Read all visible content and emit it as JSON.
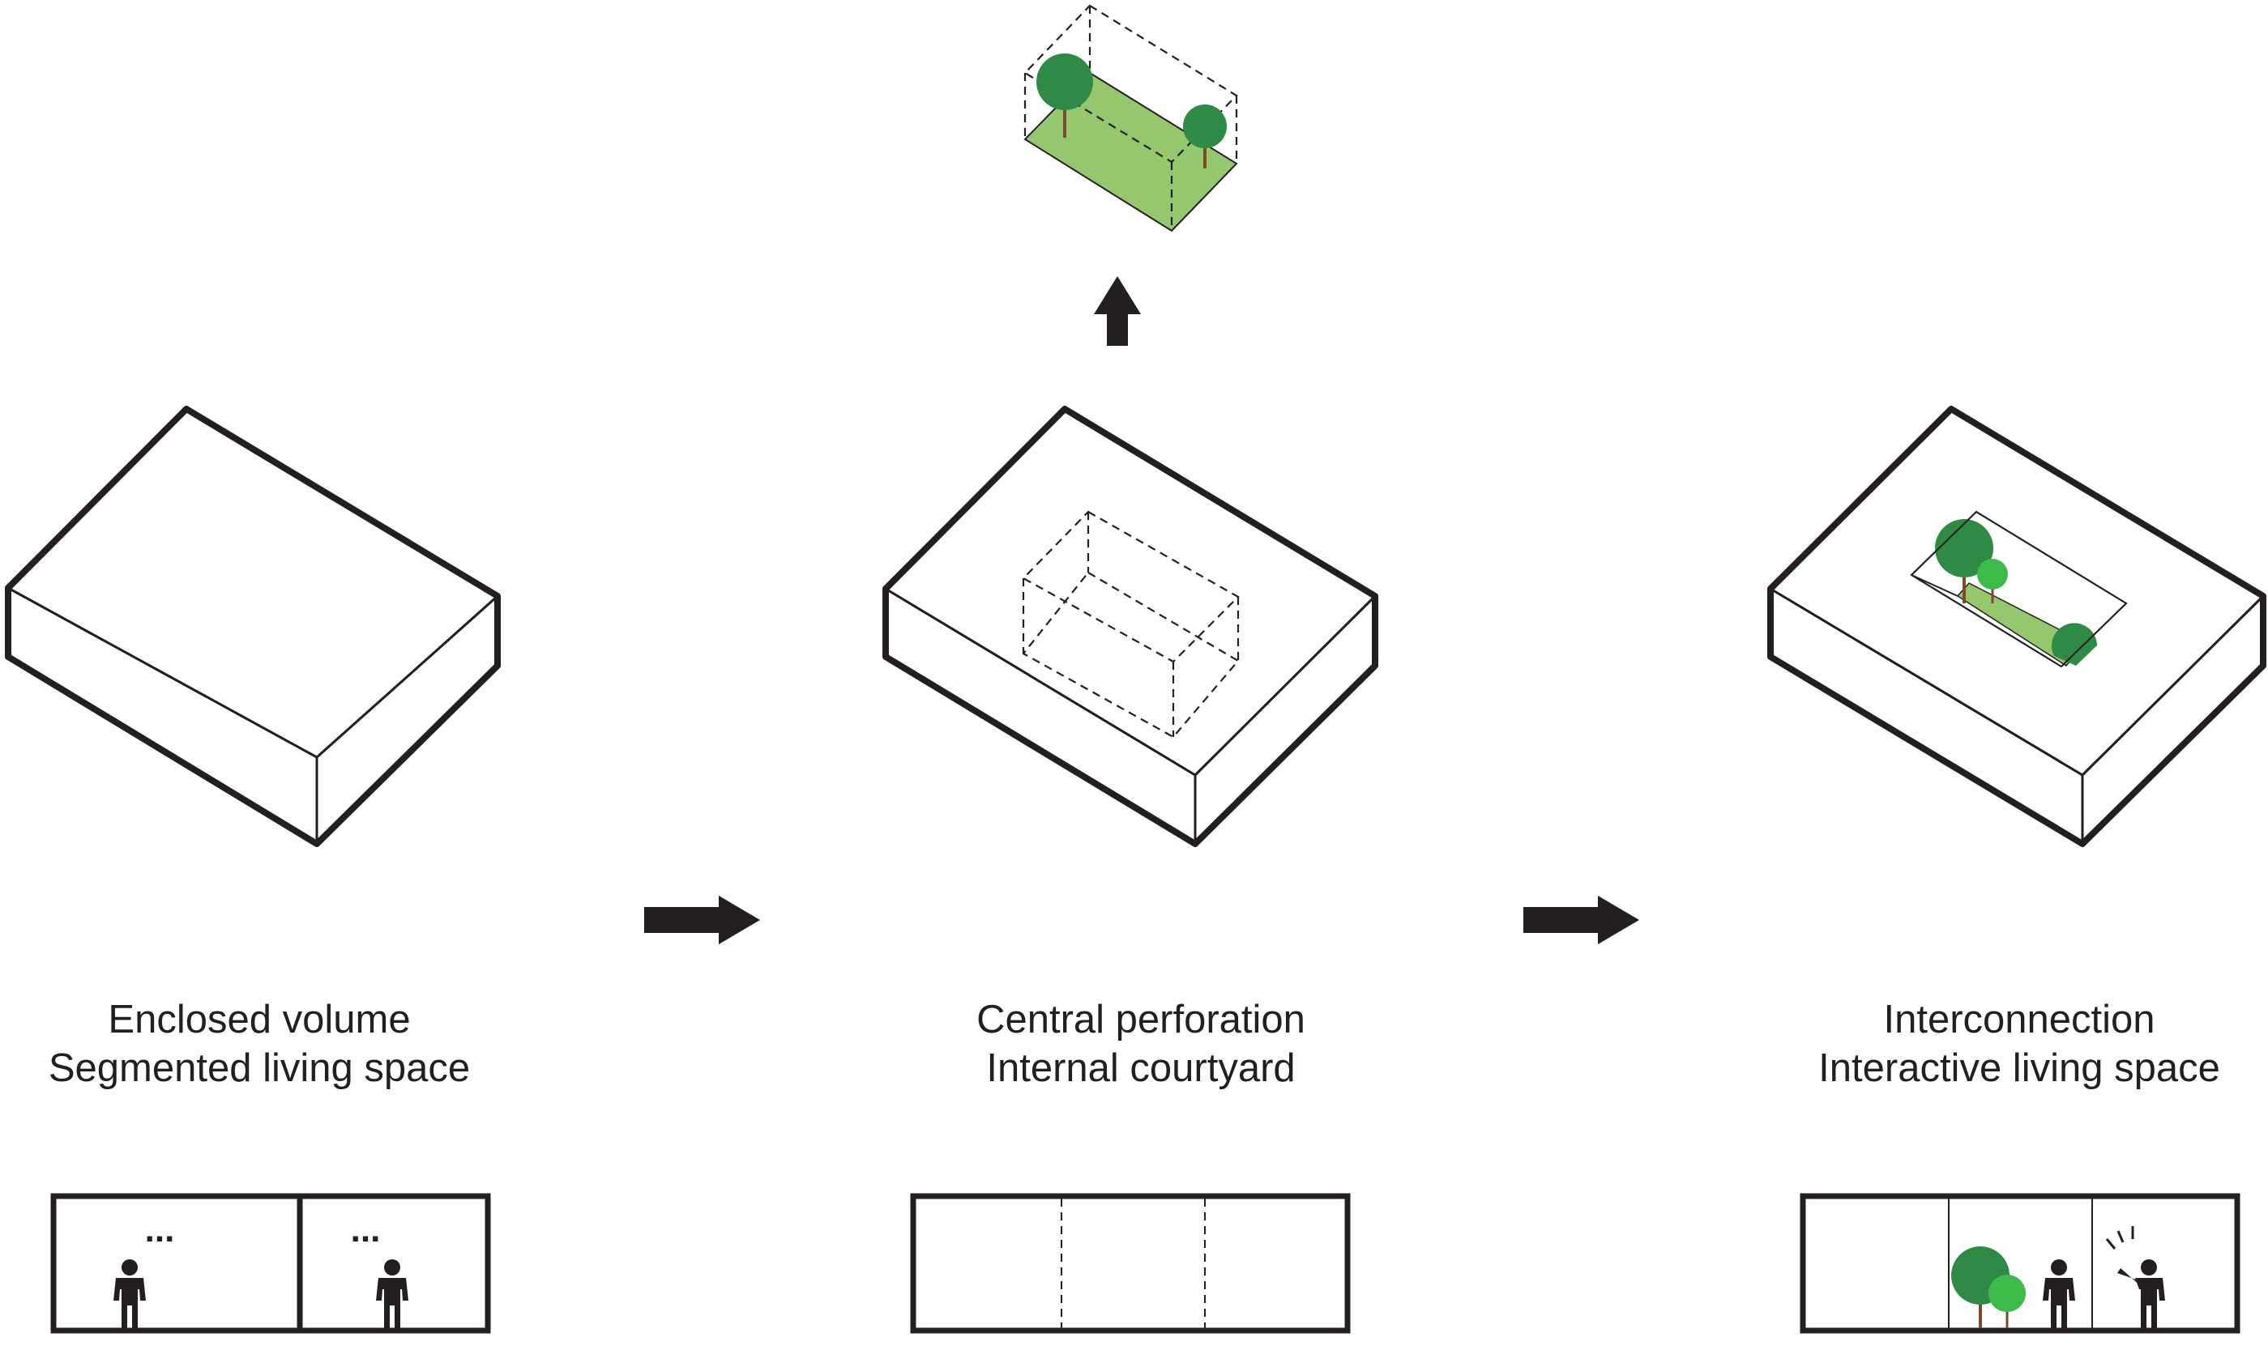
{
  "stages": [
    {
      "id": "enclosed",
      "caption_line1": "Enclosed volume",
      "caption_line2": "Segmented living space",
      "section_speech": "..."
    },
    {
      "id": "perforation",
      "caption_line1": "Central perforation",
      "caption_line2": "Internal courtyard"
    },
    {
      "id": "interconnection",
      "caption_line1": "Interconnection",
      "caption_line2": "Interactive living space"
    }
  ],
  "colors": {
    "stroke": "#231f20",
    "tree_dark": "#2e8b46",
    "tree_light": "#3dbb4a",
    "trunk": "#7a4a2a",
    "lawn": "#95c76f"
  },
  "icons": [
    "arrow-right-icon",
    "arrow-up-icon",
    "tree-icon",
    "person-icon",
    "waving-person-icon"
  ]
}
